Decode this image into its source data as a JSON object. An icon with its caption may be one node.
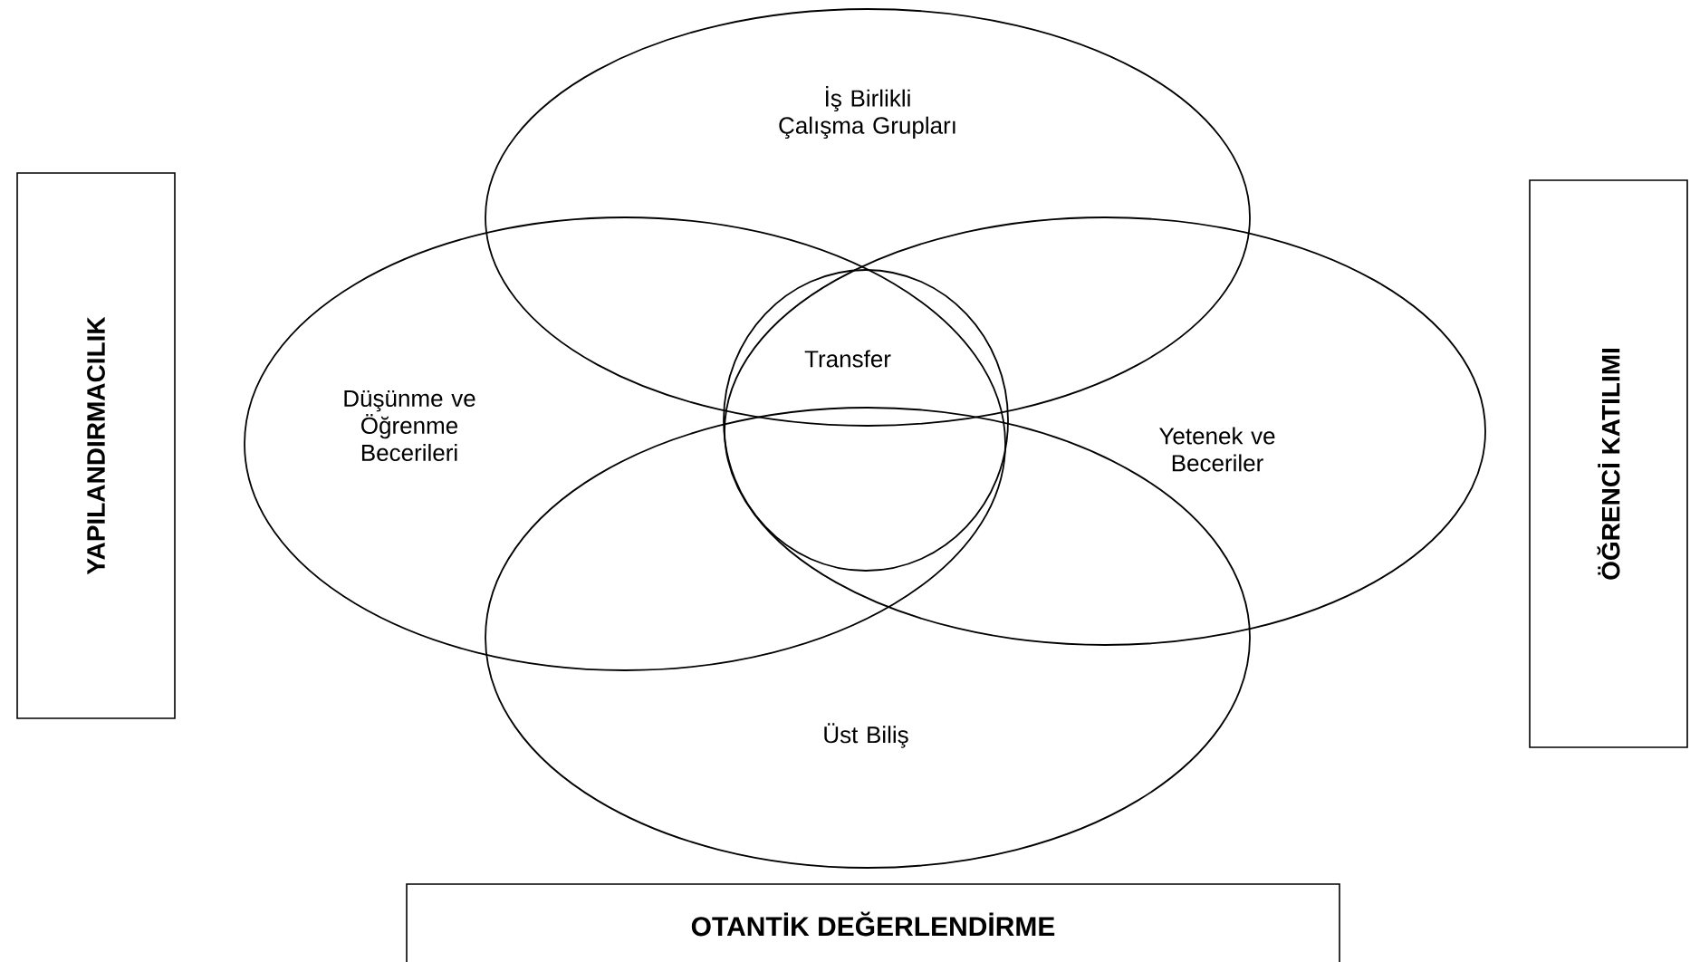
{
  "diagram": {
    "nodes": [
      {
        "text": [
          "İş Birlikli Çalışma Grupları"
        ]
      },
      {
        "text": [
          "YAPILANDIRMACILIK"
        ]
      },
      {
        "text": [
          "Transfer"
        ]
      },
      {
        "text": [
          "Düşünme ve Öğrenme Becerileri"
        ]
      },
      {
        "text": [
          "Yetenek ve Beceriler"
        ]
      },
      {
        "text": [
          "ÖĞRENCİ KATILIMI"
        ]
      },
      {
        "text": [
          "Üst Biliş"
        ]
      },
      {
        "text": [
          "OTANTİK DEĞERLENDİRME"
        ]
      }
    ]
  }
}
